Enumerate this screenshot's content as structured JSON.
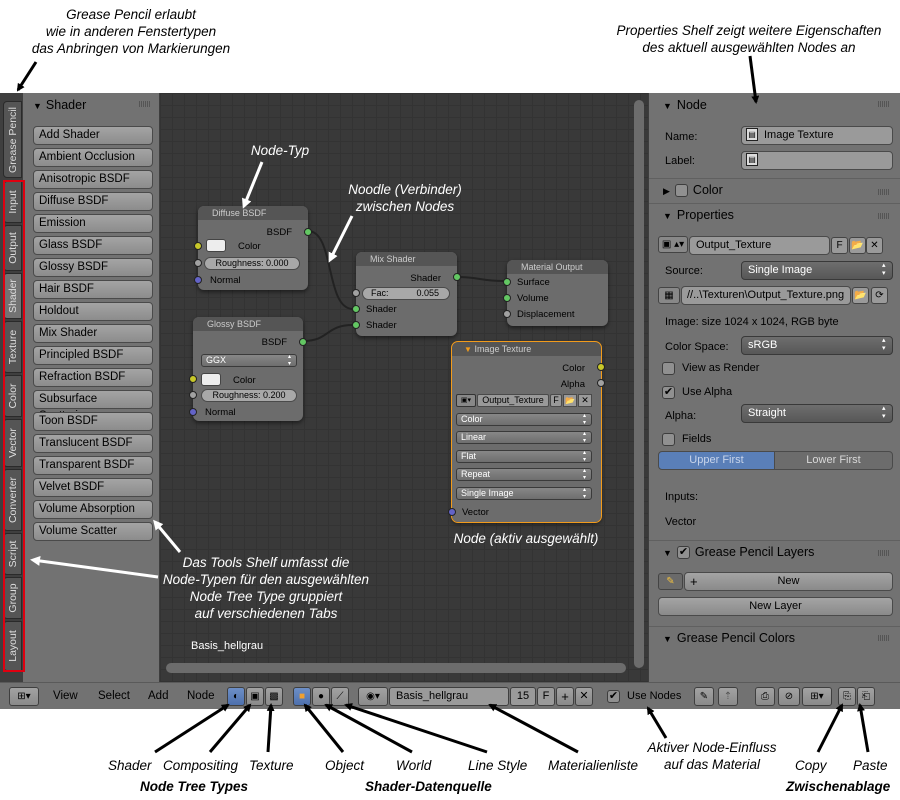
{
  "annotations": {
    "grease_pencil": [
      "Grease Pencil erlaubt",
      "wie in anderen Fenstertypen",
      "das Anbringen von Markierungen"
    ],
    "properties_shelf": [
      "Properties Shelf zeigt weitere Eigenschaften",
      "des aktuell ausgewählten Nodes an"
    ],
    "node_type": "Node-Typ",
    "noodle": [
      "Noodle (Verbinder)",
      "zwischen Nodes"
    ],
    "node_active": "Node (aktiv ausgewählt)",
    "tools_shelf": [
      "Das Tools Shelf umfasst die",
      "Node-Typen für den ausgewählten",
      "Node Tree Type gruppiert",
      "auf verschiedenen Tabs"
    ],
    "bottom": {
      "shader": "Shader",
      "compositing": "Compositing",
      "texture": "Texture",
      "object": "Object",
      "world": "World",
      "line_style": "Line Style",
      "materialienliste": "Materialienliste",
      "aktiver": [
        "Aktiver Node-Einfluss",
        "auf das Material"
      ],
      "copy": "Copy",
      "paste": "Paste",
      "node_tree_types": "Node Tree Types",
      "shader_datenquelle": "Shader-Datenquelle",
      "zwischenablage": "Zwischenablage"
    }
  },
  "tabs": [
    "Grease Pencil",
    "Input",
    "Output",
    "Shader",
    "Texture",
    "Color",
    "Vector",
    "Converter",
    "Script",
    "Group",
    "Layout"
  ],
  "tools": {
    "title": "Shader",
    "buttons": [
      "Add Shader",
      "Ambient Occlusion",
      "Anisotropic BSDF",
      "Diffuse BSDF",
      "Emission",
      "Glass BSDF",
      "Glossy BSDF",
      "Hair BSDF",
      "Holdout",
      "Mix Shader",
      "Principled BSDF",
      "Refraction BSDF",
      "Subsurface Scattering",
      "Toon BSDF",
      "Translucent BSDF",
      "Transparent BSDF",
      "Velvet BSDF",
      "Volume Absorption",
      "Volume Scatter"
    ]
  },
  "canvas": {
    "material_name": "Basis_hellgrau",
    "diffuse": {
      "title": "Diffuse BSDF",
      "out": "BSDF",
      "color": "Color",
      "roughness": "Roughness:",
      "roughness_val": "0.000",
      "normal": "Normal"
    },
    "glossy": {
      "title": "Glossy BSDF",
      "out": "BSDF",
      "dist": "GGX",
      "color": "Color",
      "roughness": "Roughness:",
      "roughness_val": "0.200",
      "normal": "Normal"
    },
    "mix": {
      "title": "Mix Shader",
      "out": "Shader",
      "fac": "Fac:",
      "fac_val": "0.055",
      "in1": "Shader",
      "in2": "Shader"
    },
    "output": {
      "title": "Material Output",
      "surface": "Surface",
      "volume": "Volume",
      "displacement": "Displacement"
    },
    "image": {
      "title": "Image Texture",
      "color": "Color",
      "alpha": "Alpha",
      "image_name": "Output_Texture",
      "f": "F",
      "color_dd": "Color",
      "interp": "Linear",
      "proj": "Flat",
      "ext": "Repeat",
      "source": "Single Image",
      "vector": "Vector"
    }
  },
  "props": {
    "node_title": "Node",
    "name_label": "Name:",
    "name_val": "Image Texture",
    "label_label": "Label:",
    "label_val": "",
    "color_title": "Color",
    "properties_title": "Properties",
    "image_name": "Output_Texture",
    "f": "F",
    "source_label": "Source:",
    "source_val": "Single Image",
    "filepath": "//..\\Texturen\\Output_Texture.png",
    "image_info": "Image: size 1024 x 1024, RGB byte",
    "colorspace_label": "Color Space:",
    "colorspace_val": "sRGB",
    "view_as_render": "View as Render",
    "use_alpha": "Use Alpha",
    "alpha_label": "Alpha:",
    "alpha_val": "Straight",
    "fields": "Fields",
    "upper_first": "Upper First",
    "lower_first": "Lower First",
    "inputs": "Inputs:",
    "vector": "Vector",
    "gp_layers_title": "Grease Pencil Layers",
    "new": "New",
    "new_layer": "New Layer",
    "gp_colors_title": "Grease Pencil Colors"
  },
  "header": {
    "menus": [
      "View",
      "Select",
      "Add",
      "Node"
    ],
    "material": "Basis_hellgrau",
    "users": "15",
    "f": "F",
    "use_nodes": "Use Nodes"
  }
}
